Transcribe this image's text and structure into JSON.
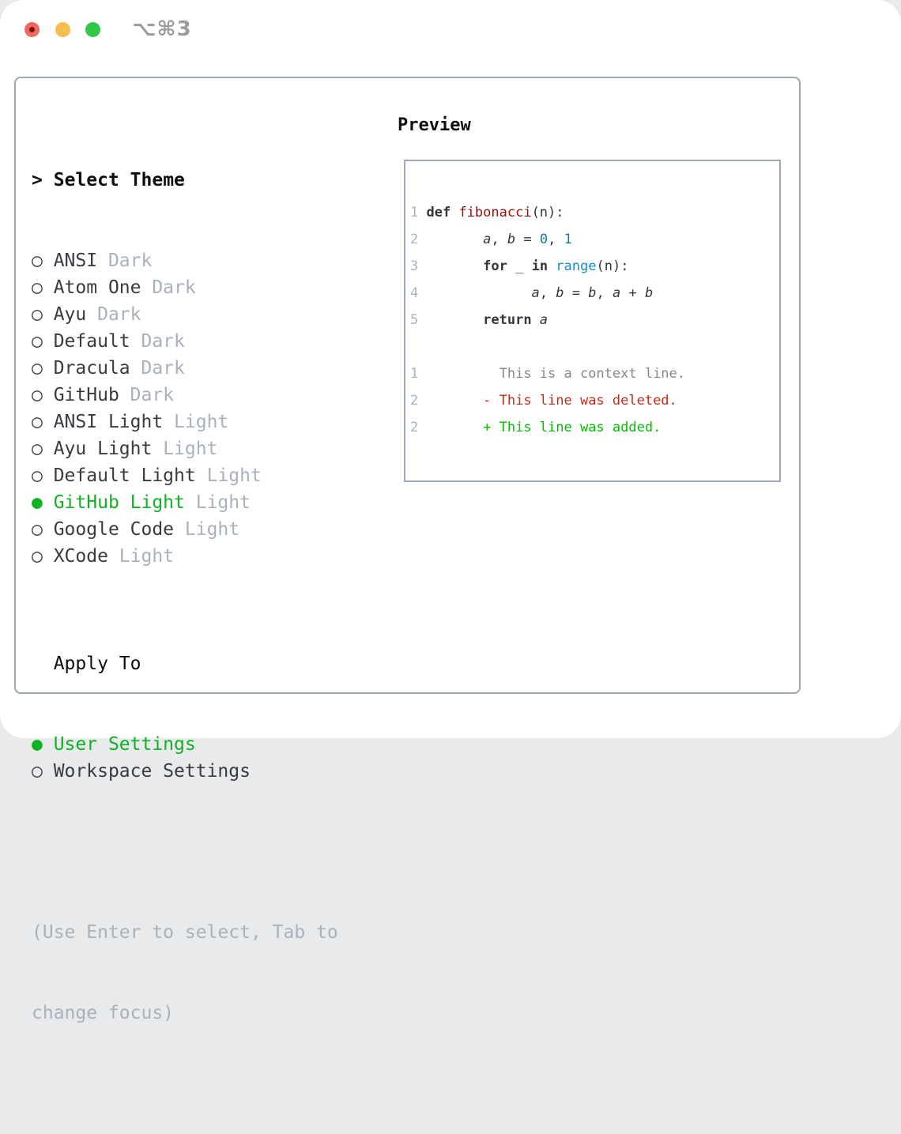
{
  "window": {
    "shortcut": "⌥⌘3",
    "traffic_lights": [
      {
        "name": "close",
        "color": "#f0695e",
        "has_dot": true
      },
      {
        "name": "minimize",
        "color": "#f6be50",
        "has_dot": false
      },
      {
        "name": "zoom",
        "color": "#33c748",
        "has_dot": false
      }
    ]
  },
  "left": {
    "title_prefix": ">",
    "title": "Select Theme",
    "radio_glyph": "○",
    "radio_selected_glyph": "●",
    "themes": [
      {
        "name": "ANSI",
        "variant": "Dark",
        "selected": false
      },
      {
        "name": "Atom One",
        "variant": "Dark",
        "selected": false
      },
      {
        "name": "Ayu",
        "variant": "Dark",
        "selected": false
      },
      {
        "name": "Default",
        "variant": "Dark",
        "selected": false
      },
      {
        "name": "Dracula",
        "variant": "Dark",
        "selected": false
      },
      {
        "name": "GitHub",
        "variant": "Dark",
        "selected": false
      },
      {
        "name": "ANSI Light",
        "variant": "Light",
        "selected": false
      },
      {
        "name": "Ayu Light",
        "variant": "Light",
        "selected": false
      },
      {
        "name": "Default Light",
        "variant": "Light",
        "selected": false
      },
      {
        "name": "GitHub Light",
        "variant": "Light",
        "selected": true
      },
      {
        "name": "Google Code",
        "variant": "Light",
        "selected": false
      },
      {
        "name": "XCode",
        "variant": "Light",
        "selected": false
      }
    ],
    "apply_to": {
      "label": "Apply To",
      "options": [
        {
          "label": "User Settings",
          "selected": true
        },
        {
          "label": "Workspace Settings",
          "selected": false
        }
      ]
    },
    "hint_lines": [
      "(Use Enter to select, Tab to",
      "change focus)"
    ]
  },
  "preview": {
    "title": "Preview",
    "code_lines": [
      [
        [
          "1 ",
          "ln"
        ],
        [
          "def ",
          "kw"
        ],
        [
          "fibonacci",
          "fn"
        ],
        [
          "(n):",
          "txt"
        ]
      ],
      [
        [
          "2 ",
          "ln"
        ],
        [
          "       ",
          "txt"
        ],
        [
          "a",
          "param"
        ],
        [
          ", ",
          "txt"
        ],
        [
          "b",
          "param"
        ],
        [
          " = ",
          "txt"
        ],
        [
          "0",
          "num"
        ],
        [
          ", ",
          "txt"
        ],
        [
          "1",
          "num"
        ]
      ],
      [
        [
          "3 ",
          "ln"
        ],
        [
          "       ",
          "txt"
        ],
        [
          "for ",
          "kw"
        ],
        [
          "_ ",
          "txt"
        ],
        [
          "in ",
          "kw"
        ],
        [
          "range",
          "bi"
        ],
        [
          "(n):",
          "txt"
        ]
      ],
      [
        [
          "4 ",
          "ln"
        ],
        [
          "             ",
          "txt"
        ],
        [
          "a",
          "param"
        ],
        [
          ", ",
          "txt"
        ],
        [
          "b",
          "param"
        ],
        [
          " = ",
          "txt"
        ],
        [
          "b",
          "param"
        ],
        [
          ", ",
          "txt"
        ],
        [
          "a",
          "param"
        ],
        [
          " + ",
          "txt"
        ],
        [
          "b",
          "param"
        ]
      ],
      [
        [
          "5 ",
          "ln"
        ],
        [
          "       ",
          "txt"
        ],
        [
          "return ",
          "kw"
        ],
        [
          "a",
          "param"
        ]
      ],
      [],
      [
        [
          "1",
          "ln"
        ],
        [
          "          ",
          "txt"
        ],
        [
          "This is a context line.",
          "ctx"
        ]
      ],
      [
        [
          "2",
          "ln"
        ],
        [
          "        ",
          "txt"
        ],
        [
          "- This line was deleted.",
          "del"
        ]
      ],
      [
        [
          "2",
          "ln"
        ],
        [
          "        ",
          "txt"
        ],
        [
          "+ This line was added.",
          "add"
        ]
      ]
    ]
  },
  "colors": {
    "selected_green": "#10b223",
    "added_green": "#02bd02",
    "deleted_red": "#c22c1d",
    "context_gray": "#85888d",
    "function_red": "#9a0e0e",
    "builtin_blue": "#0f90ca",
    "number_teal": "#0e8586",
    "muted_gray": "#a9b1bd",
    "panel_border": "#9fa9b5"
  }
}
